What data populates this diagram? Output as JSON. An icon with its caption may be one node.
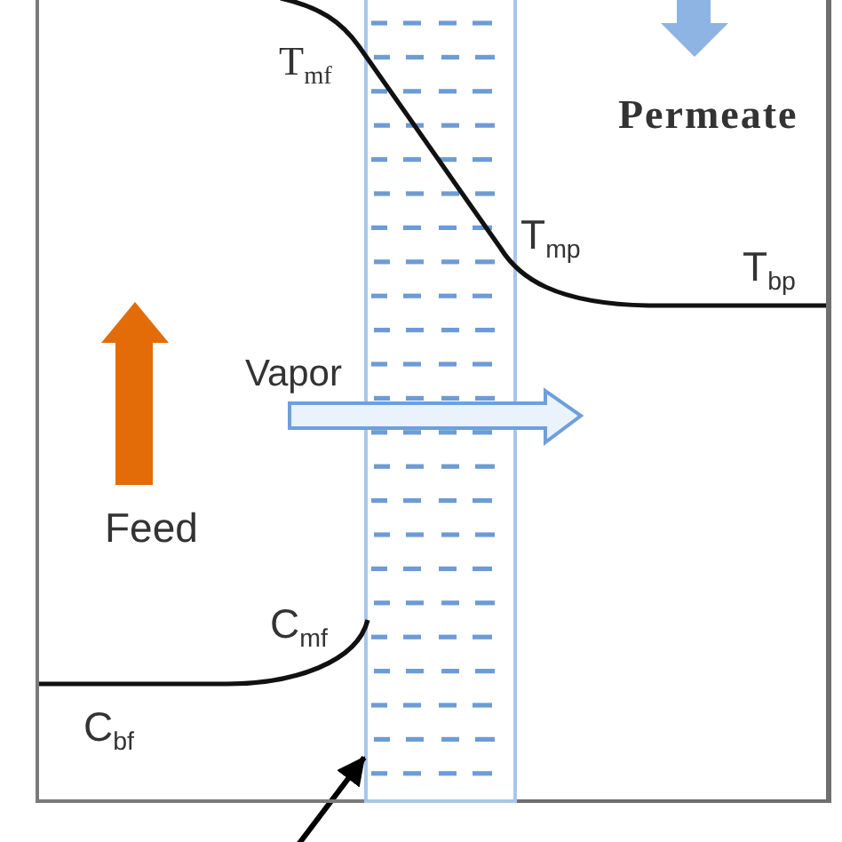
{
  "diagram": {
    "nodes": [
      {
        "text": [
          "Feed"
        ]
      },
      {
        "text": [],
        "shape": "box"
      },
      {
        "text": [
          "Permeate"
        ]
      }
    ],
    "edges": [
      {
        "from": null,
        "to": 1,
        "arrow": "to"
      }
    ],
    "labels": [
      "T$_{mf}$",
      "T$_{mp}$",
      "T$_{bp}$",
      "Vapor",
      "C$_{mf}$",
      "C$_{bf}$"
    ]
  }
}
